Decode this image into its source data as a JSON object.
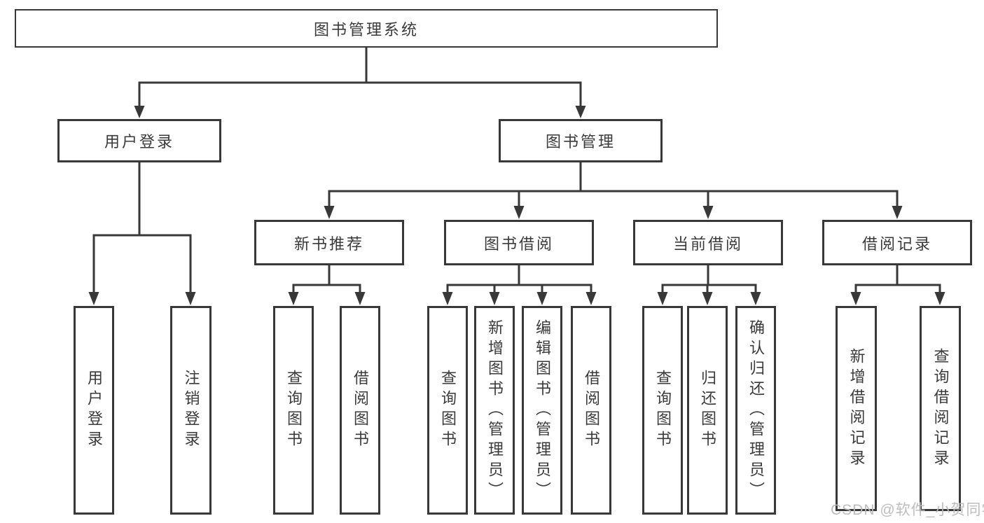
{
  "tree": {
    "root": {
      "label": "图书管理系统"
    },
    "branches": [
      {
        "label": "用户登录",
        "children": [
          {
            "label": "用户登录"
          },
          {
            "label": "注销登录"
          }
        ]
      },
      {
        "label": "图书管理",
        "children": [
          {
            "label": "新书推荐",
            "children": [
              {
                "label": "查询图书"
              },
              {
                "label": "借阅图书"
              }
            ]
          },
          {
            "label": "图书借阅",
            "children": [
              {
                "label": "查询图书"
              },
              {
                "label": "新增图书（管理员）"
              },
              {
                "label": "编辑图书（管理员）"
              },
              {
                "label": "借阅图书"
              }
            ]
          },
          {
            "label": "当前借阅",
            "children": [
              {
                "label": "查询图书"
              },
              {
                "label": "归还图书"
              },
              {
                "label": "确认归还（管理员）"
              }
            ]
          },
          {
            "label": "借阅记录",
            "children": [
              {
                "label": "新增借阅记录"
              },
              {
                "label": "查询借阅记录"
              }
            ]
          }
        ]
      }
    ]
  },
  "watermark": "CSDN @软件_小贺同学",
  "colors": {
    "line": "#383838",
    "text": "#3a3a3a",
    "background": "#ffffff",
    "watermark": "#b9b9b9"
  }
}
